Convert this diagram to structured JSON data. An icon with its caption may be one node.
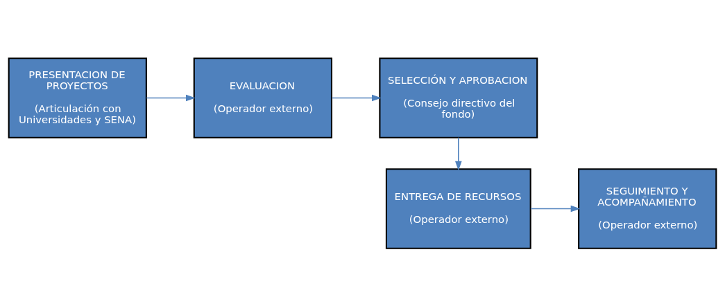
{
  "diagram": {
    "nodes": [
      {
        "text": [
          "PRESENTACION DE PROYECTOS",
          "(Articulación con Universidades y SENA)"
        ]
      },
      {
        "text": [
          "EVALUACION",
          "(Operador externo)"
        ]
      },
      {
        "text": [
          "SELECCIÓN Y APROBACION",
          "(Consejo directivo del fondo)"
        ]
      },
      {
        "text": [
          "ENTREGA DE RECURSOS",
          "(Operador externo)"
        ]
      },
      {
        "text": [
          "SEGUIMIENTO Y ACOMPAÑAMIENTO",
          "(Operador externo)"
        ]
      }
    ],
    "edges": [
      {
        "from": 0,
        "to": 1,
        "arrow": "to"
      },
      {
        "from": 1,
        "to": 2,
        "arrow": "to"
      },
      {
        "from": 2,
        "to": 3,
        "arrow": "to"
      },
      {
        "from": 3,
        "to": 4,
        "arrow": "to"
      }
    ]
  }
}
